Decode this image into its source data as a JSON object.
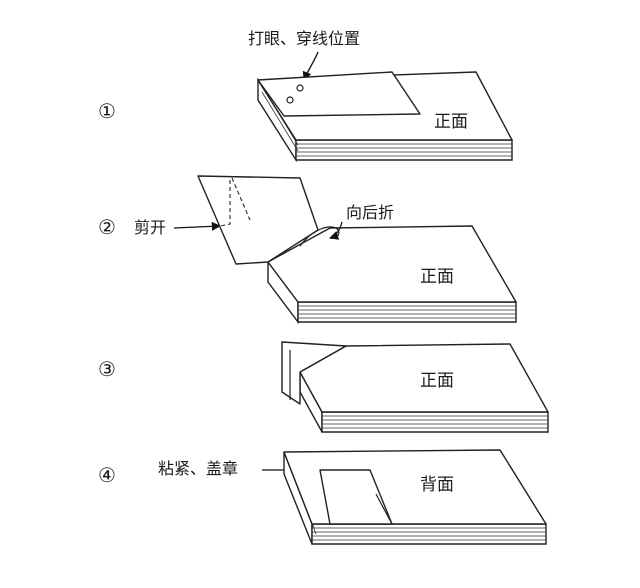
{
  "steps": [
    {
      "number": "①",
      "callouts": [
        "打眼、穿线位置"
      ],
      "face": "正面"
    },
    {
      "number": "②",
      "callouts": [
        "剪开",
        "向后折"
      ],
      "face": "正面"
    },
    {
      "number": "③",
      "callouts": [],
      "face": "正面"
    },
    {
      "number": "④",
      "callouts": [
        "粘紧、盖章"
      ],
      "face": "背面"
    }
  ]
}
